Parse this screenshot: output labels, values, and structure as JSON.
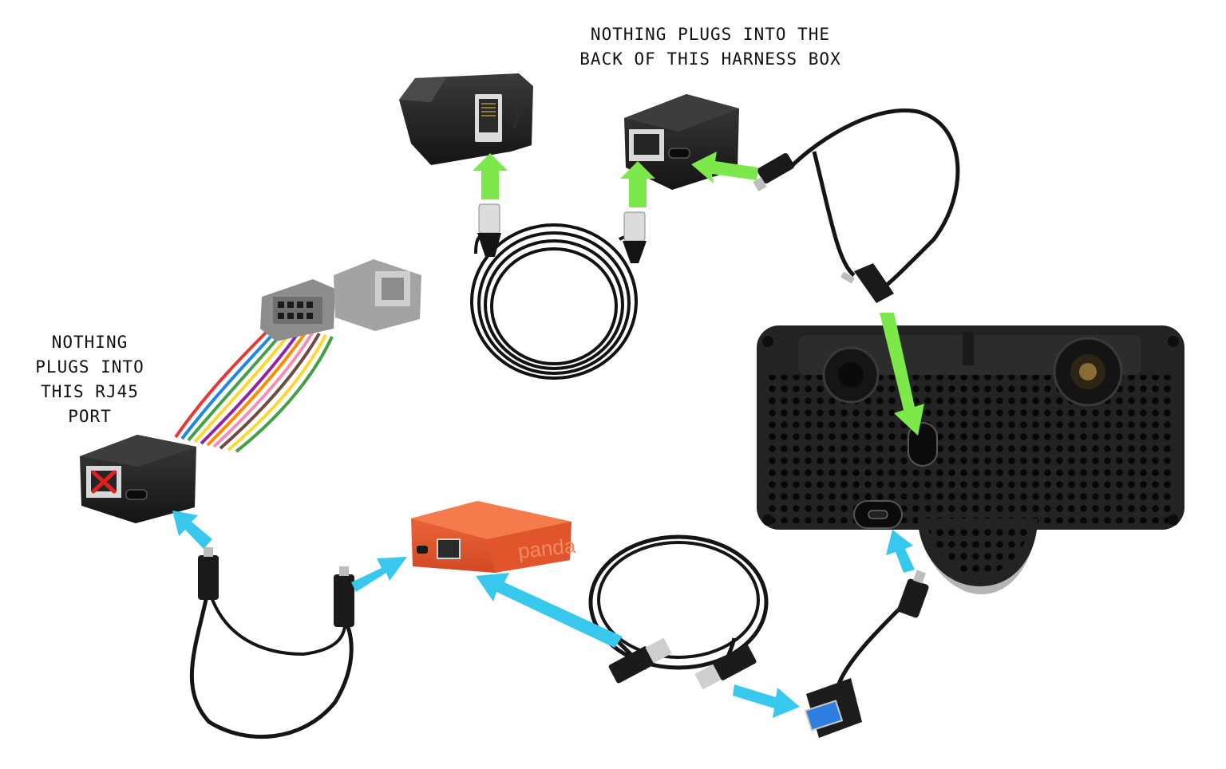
{
  "captions": {
    "harness_box_note": "NOTHING PLUGS INTO THE\nBACK OF THIS HARNESS BOX",
    "rj45_port_note": "NOTHING\nPLUGS INTO\nTHIS RJ45\nPORT"
  },
  "devices": {
    "panda_label": "panda"
  },
  "colors": {
    "green_arrow": "#7de84a",
    "blue_arrow": "#38c8ee",
    "panda_orange": "#e8552f",
    "x_mark": "#e02020",
    "device_black": "#1d1d1d",
    "harness_gray": "#8d8d8d"
  }
}
